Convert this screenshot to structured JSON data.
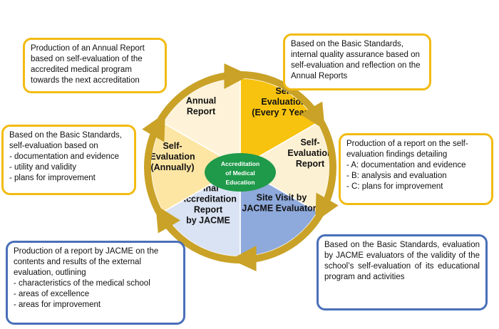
{
  "colors": {
    "ring": "#c9a227",
    "yellow_border": "#f2bb12",
    "blue_border": "#4a6fb8",
    "center_fill": "#1f9a4a"
  },
  "center_label": [
    "Accreditation",
    "of Medical",
    "Education"
  ],
  "segments": [
    {
      "lines": [
        "Self",
        "Evaluation",
        "(Every 7 Years)"
      ],
      "fill": "#f8c30f"
    },
    {
      "lines": [
        "Self-",
        "Evaluation",
        "Report"
      ],
      "fill": "#fdf1d3"
    },
    {
      "lines": [
        "Site Visit by",
        "JACME Evaluators"
      ],
      "fill": "#8ea9db"
    },
    {
      "lines": [
        "Final",
        "Accreditation",
        "Report",
        "by JACME"
      ],
      "fill": "#dae3f3"
    },
    {
      "lines": [
        "Self-",
        "Evaluation",
        "(Annually)"
      ],
      "fill": "#fde6a4"
    },
    {
      "lines": [
        "Annual",
        "Report"
      ],
      "fill": "#fef3d8"
    }
  ],
  "boxes": {
    "annual_report": {
      "text": "Production of an Annual Report based on self-evaluation of the accredited medical program towards the next accreditation"
    },
    "internal_qa": {
      "text": "Based on the Basic Standards, internal quality assurance based on self-evaluation and reflection on the Annual Reports"
    },
    "self_eval_annual": {
      "intro": "Based on the Basic Standards, self-evaluation based on",
      "items": [
        "documentation and evidence",
        "utility and validity",
        "plans for improvement"
      ]
    },
    "self_eval_report": {
      "intro": "Production of a report on the self-evaluation findings detailing",
      "items": [
        "A: documentation and evidence",
        "B: analysis and evaluation",
        "C: plans for improvement"
      ]
    },
    "final_report": {
      "intro": "Production of a report by JACME on the contents and results of the external evaluation, outlining",
      "items": [
        "characteristics of the medical school",
        "areas of excellence",
        "areas for improvement"
      ]
    },
    "site_visit": {
      "text": "Based on the Basic Standards, evaluation by JACME evaluators of the validity of the school’s self-evaluation of its educational program and activities"
    }
  }
}
